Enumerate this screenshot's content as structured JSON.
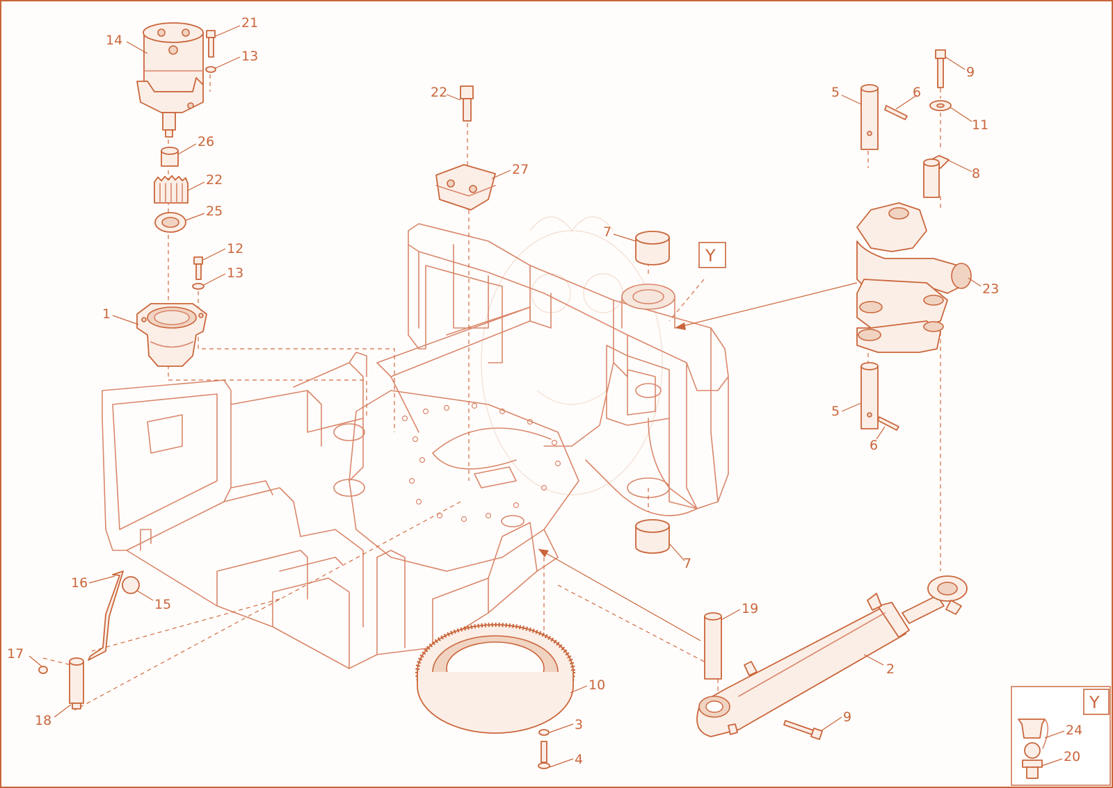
{
  "callouts": [
    {
      "id": "c14a",
      "text": "14"
    },
    {
      "id": "c21",
      "text": "21"
    },
    {
      "id": "c13a",
      "text": "13"
    },
    {
      "id": "c26",
      "text": "26"
    },
    {
      "id": "c22a",
      "text": "22"
    },
    {
      "id": "c25",
      "text": "25"
    },
    {
      "id": "c12",
      "text": "12"
    },
    {
      "id": "c13b",
      "text": "13"
    },
    {
      "id": "c1",
      "text": "1"
    },
    {
      "id": "c22b",
      "text": "22"
    },
    {
      "id": "c27",
      "text": "27"
    },
    {
      "id": "c7a",
      "text": "7"
    },
    {
      "id": "c7b",
      "text": "7"
    },
    {
      "id": "c5a",
      "text": "5"
    },
    {
      "id": "c6a",
      "text": "6"
    },
    {
      "id": "c9a",
      "text": "9"
    },
    {
      "id": "c11",
      "text": "11"
    },
    {
      "id": "c8",
      "text": "8"
    },
    {
      "id": "c23",
      "text": "23"
    },
    {
      "id": "c5b",
      "text": "5"
    },
    {
      "id": "c6b",
      "text": "6"
    },
    {
      "id": "c16",
      "text": "16"
    },
    {
      "id": "c15",
      "text": "15"
    },
    {
      "id": "c17",
      "text": "17"
    },
    {
      "id": "c18",
      "text": "18"
    },
    {
      "id": "c19",
      "text": "19"
    },
    {
      "id": "c2",
      "text": "2"
    },
    {
      "id": "c9b",
      "text": "9"
    },
    {
      "id": "c10",
      "text": "10"
    },
    {
      "id": "c3",
      "text": "3"
    },
    {
      "id": "c4",
      "text": "4"
    },
    {
      "id": "c24",
      "text": "24"
    },
    {
      "id": "c20",
      "text": "20"
    }
  ],
  "reference_boxes": {
    "main": "Y",
    "detail": "Y"
  },
  "colors": {
    "line": "#c9653a",
    "frame_line": "#d9866a",
    "fill": "#fbeee6"
  }
}
